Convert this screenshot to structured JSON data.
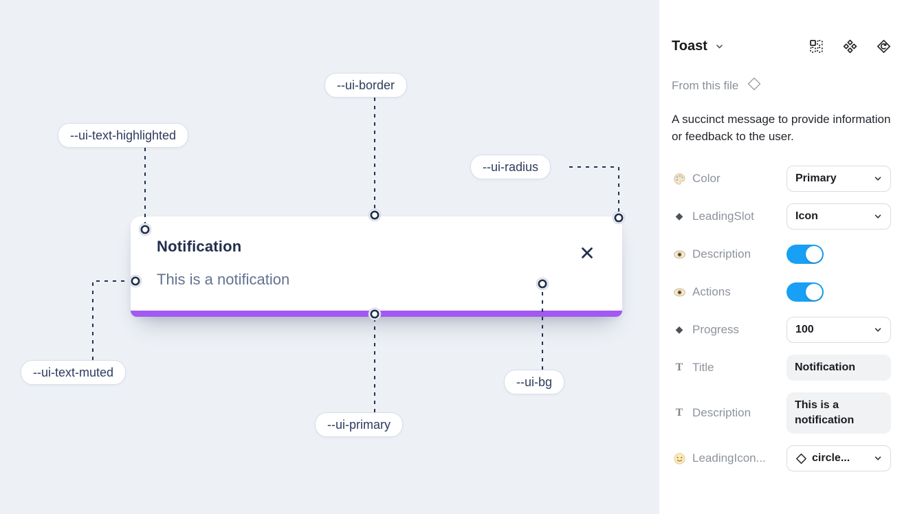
{
  "colors": {
    "canvas_bg": "#edf1f6",
    "primary": "#a259f2",
    "toggle_on": "#189ff6",
    "navy": "#22304d",
    "text_muted": "#61738f",
    "panel_label": "#8d939c"
  },
  "canvas": {
    "toast": {
      "title": "Notification",
      "description": "This is a notification"
    },
    "labels": [
      {
        "text": "--ui-border"
      },
      {
        "text": "--ui-text-highlighted"
      },
      {
        "text": "--ui-radius"
      },
      {
        "text": "--ui-text-muted"
      },
      {
        "text": "--ui-primary"
      },
      {
        "text": "--ui-bg"
      }
    ]
  },
  "panel": {
    "header": {
      "title": "Toast"
    },
    "source_label": "From this file",
    "description": "A succinct message to provide information or feedback to the user.",
    "properties": [
      {
        "label": "Color",
        "value": "Primary"
      },
      {
        "label": "LeadingSlot",
        "value": "Icon"
      },
      {
        "label": "Description",
        "value": "on"
      },
      {
        "label": "Actions",
        "value": "on"
      },
      {
        "label": "Progress",
        "value": "100"
      },
      {
        "label": "Title",
        "value": "Notification"
      },
      {
        "label": "Description",
        "value": "This is a notification"
      },
      {
        "label": "LeadingIcon...",
        "value": "circle..."
      }
    ]
  }
}
